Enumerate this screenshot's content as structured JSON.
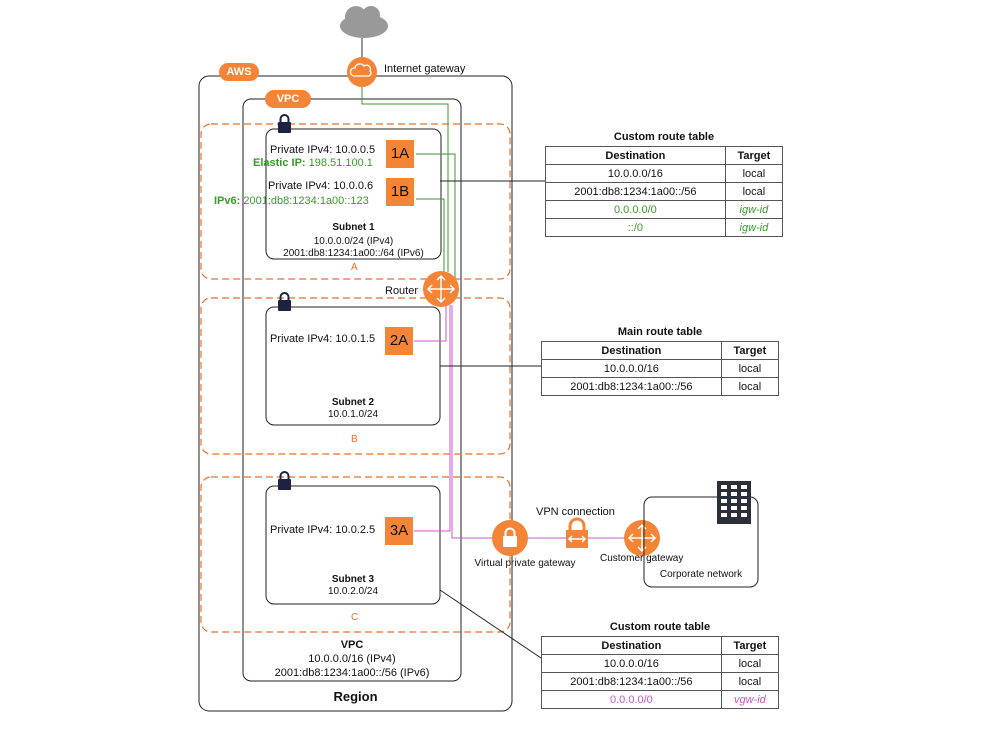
{
  "aws_tag": "AWS",
  "vpc_tag": "VPC",
  "internet_gateway_label": "Internet gateway",
  "router_label": "Router",
  "region_label": "Region",
  "vpc_footer": {
    "title": "VPC",
    "ipv4": "10.0.0.0/16 (IPv4)",
    "ipv6": "2001:db8:1234:1a00::/56 (IPv6)"
  },
  "subnet1": {
    "letter": "A",
    "title": "Subnet 1",
    "ipv4": "10.0.0.0/24 (IPv4)",
    "ipv6": "2001:db8:1234:1a00::/64 (IPv6)",
    "inst_1a": {
      "label": "1A",
      "private_ip": "Private IPv4: 10.0.0.5",
      "eip_label": "Elastic IP:",
      "eip_value": "198.51.100.1"
    },
    "inst_1b": {
      "label": "1B",
      "private_ip": "Private IPv4: 10.0.0.6",
      "ipv6_label": "IPv6:",
      "ipv6_value": "2001:db8:1234:1a00::123"
    }
  },
  "subnet2": {
    "letter": "B",
    "title": "Subnet 2",
    "cidr": "10.0.1.0/24",
    "inst_2a": {
      "label": "2A",
      "private_ip": "Private IPv4: 10.0.1.5"
    }
  },
  "subnet3": {
    "letter": "C",
    "title": "Subnet 3",
    "cidr": "10.0.2.0/24",
    "inst_3a": {
      "label": "3A",
      "private_ip": "Private IPv4: 10.0.2.5"
    }
  },
  "vpn_connection_label": "VPN connection",
  "virtual_private_gateway_label": "Virtual private gateway",
  "customer_gateway_label": "Customer gateway",
  "corporate_network_label": "Corporate network",
  "custom_route_table_1": {
    "title": "Custom route table",
    "headers": [
      "Destination",
      "Target"
    ],
    "rows": [
      {
        "destination": "10.0.0.0/16",
        "target": "local"
      },
      {
        "destination": "2001:db8:1234:1a00::/56",
        "target": "local"
      },
      {
        "destination": "0.0.0.0/0",
        "target": "igw-id"
      },
      {
        "destination": "::/0",
        "target": "igw-id"
      }
    ]
  },
  "main_route_table": {
    "title": "Main route table",
    "headers": [
      "Destination",
      "Target"
    ],
    "rows": [
      {
        "destination": "10.0.0.0/16",
        "target": "local"
      },
      {
        "destination": "2001:db8:1234:1a00::/56",
        "target": "local"
      }
    ]
  },
  "custom_route_table_2": {
    "title": "Custom route table",
    "headers": [
      "Destination",
      "Target"
    ],
    "rows": [
      {
        "destination": "10.0.0.0/16",
        "target": "local"
      },
      {
        "destination": "2001:db8:1234:1a00::/56",
        "target": "local"
      },
      {
        "destination": "0.0.0.0/0",
        "target": "vgw-id"
      }
    ]
  },
  "colors": {
    "orange": "#f58536",
    "green": "#3a9a2a",
    "magenta": "#cc55cc",
    "cloud": "#999999",
    "dashed": "#e8722c"
  }
}
